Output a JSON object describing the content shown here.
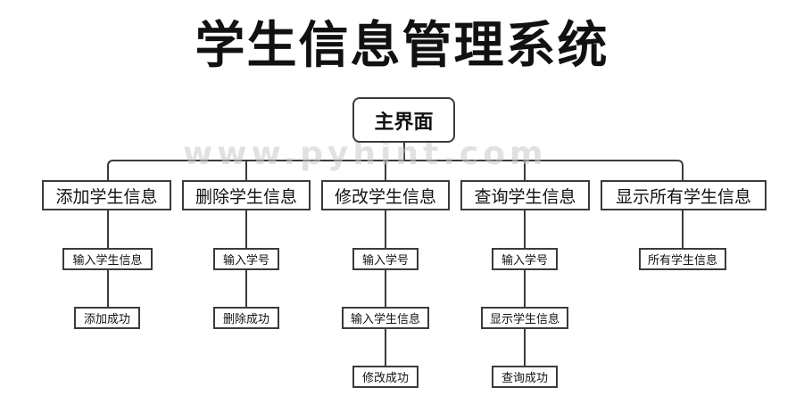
{
  "title": "学生信息管理系统",
  "watermark": "www.pyhint.com",
  "root": "主界面",
  "branches": [
    {
      "label": "添加学生信息",
      "steps": [
        "输入学生信息",
        "添加成功"
      ]
    },
    {
      "label": "删除学生信息",
      "steps": [
        "输入学号",
        "删除成功"
      ]
    },
    {
      "label": "修改学生信息",
      "steps": [
        "输入学号",
        "输入学生信息",
        "修改成功"
      ]
    },
    {
      "label": "查询学生信息",
      "steps": [
        "输入学号",
        "显示学生信息",
        "查询成功"
      ]
    },
    {
      "label": "显示所有学生信息",
      "steps": [
        "所有学生信息"
      ]
    }
  ],
  "colors": {
    "line": "#3b3b3b",
    "watermark": "#c8c8c8"
  }
}
